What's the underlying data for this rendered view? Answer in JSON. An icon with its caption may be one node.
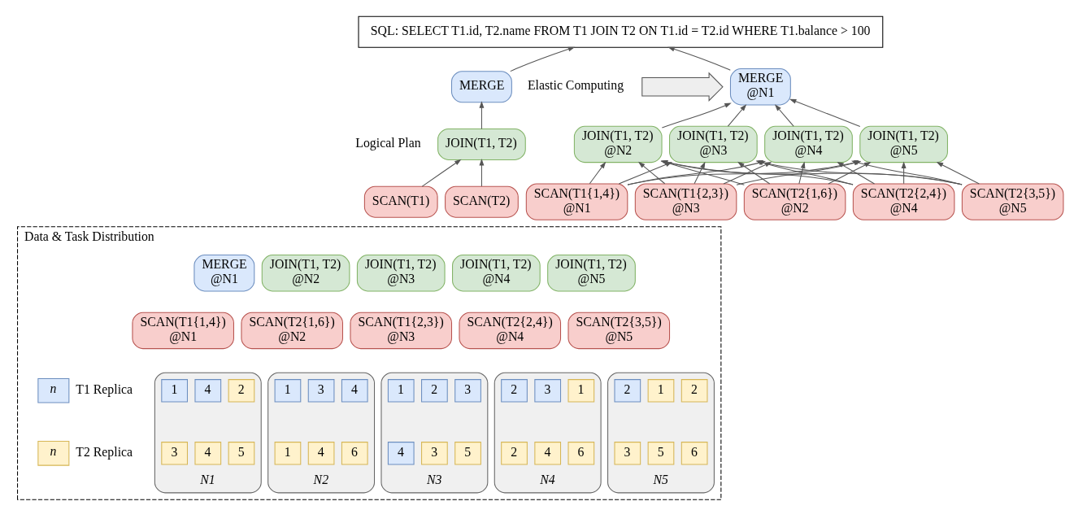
{
  "diagram": {
    "nodes": [
      {
        "text": [
          "SQL: SELECT T1.id, T2.name FROM T1 JOIN T2 ON T1.id = T2.id WHERE T1.balance > 100"
        ]
      },
      {
        "text": [
          "MERGE"
        ]
      },
      {
        "text": [
          "JOIN(T1, T2)"
        ]
      },
      {
        "text": [
          "SCAN(T1)"
        ]
      },
      {
        "text": [
          "SCAN(T2)"
        ]
      },
      {
        "text": [
          "MERGE",
          "@N1"
        ]
      },
      {
        "text": [
          "JOIN(T1, T2)",
          "@N2"
        ]
      },
      {
        "text": [
          "JOIN(T1, T2)",
          "@N3"
        ]
      },
      {
        "text": [
          "JOIN(T1, T2)",
          "@N4"
        ]
      },
      {
        "text": [
          "JOIN(T1, T2)",
          "@N5"
        ]
      },
      {
        "text": [
          "SCAN(T1{1,4})",
          "@N1"
        ]
      },
      {
        "text": [
          "SCAN(T1{2,3})",
          "@N3"
        ]
      },
      {
        "text": [
          "SCAN(T2{1,6})",
          "@N2"
        ]
      },
      {
        "text": [
          "SCAN(T2{2,4})",
          "@N4"
        ]
      },
      {
        "text": [
          "SCAN(T2{3,5})",
          "@N5"
        ]
      },
      {
        "text": [
          "Data & Task Distribution"
        ]
      },
      {
        "text": [
          "MERGE",
          "@N1"
        ],
        "in": 15
      },
      {
        "text": [
          "JOIN(T1, T2)",
          "@N2"
        ],
        "in": 15
      },
      {
        "text": [
          "JOIN(T1, T2)",
          "@N3"
        ],
        "in": 15
      },
      {
        "text": [
          "JOIN(T1, T2)",
          "@N4"
        ],
        "in": 15
      },
      {
        "text": [
          "JOIN(T1, T2)",
          "@N5"
        ],
        "in": 15
      },
      {
        "text": [
          "SCAN(T1{1,4})",
          "@N1"
        ],
        "in": 15
      },
      {
        "text": [
          "SCAN(T2{1,6})",
          "@N2"
        ],
        "in": 15
      },
      {
        "text": [
          "SCAN(T1{2,3})",
          "@N3"
        ],
        "in": 15
      },
      {
        "text": [
          "SCAN(T2{2,4})",
          "@N4"
        ],
        "in": 15
      },
      {
        "text": [
          "SCAN(T2{3,5})",
          "@N5"
        ],
        "in": 15
      },
      {
        "text": [
          "N1"
        ],
        "in": 15
      },
      {
        "text": [
          "1"
        ],
        "in": 26
      },
      {
        "text": [
          "4"
        ],
        "in": 26
      },
      {
        "text": [
          "2"
        ],
        "in": 26
      },
      {
        "text": [
          "3"
        ],
        "in": 26
      },
      {
        "text": [
          "4"
        ],
        "in": 26
      },
      {
        "text": [
          "5"
        ],
        "in": 26
      },
      {
        "text": [
          "N2"
        ],
        "in": 15
      },
      {
        "text": [
          "1"
        ],
        "in": 33
      },
      {
        "text": [
          "3"
        ],
        "in": 33
      },
      {
        "text": [
          "4"
        ],
        "in": 33
      },
      {
        "text": [
          "1"
        ],
        "in": 33
      },
      {
        "text": [
          "4"
        ],
        "in": 33
      },
      {
        "text": [
          "6"
        ],
        "in": 33
      },
      {
        "text": [
          "N3"
        ],
        "in": 15
      },
      {
        "text": [
          "1"
        ],
        "in": 40
      },
      {
        "text": [
          "2"
        ],
        "in": 40
      },
      {
        "text": [
          "3"
        ],
        "in": 40
      },
      {
        "text": [
          "4"
        ],
        "in": 40
      },
      {
        "text": [
          "3"
        ],
        "in": 40
      },
      {
        "text": [
          "5"
        ],
        "in": 40
      },
      {
        "text": [
          "N4"
        ],
        "in": 15
      },
      {
        "text": [
          "2"
        ],
        "in": 47
      },
      {
        "text": [
          "3"
        ],
        "in": 47
      },
      {
        "text": [
          "1"
        ],
        "in": 47
      },
      {
        "text": [
          "2"
        ],
        "in": 47
      },
      {
        "text": [
          "4"
        ],
        "in": 47
      },
      {
        "text": [
          "6"
        ],
        "in": 47
      },
      {
        "text": [
          "N5"
        ],
        "in": 15
      },
      {
        "text": [
          "2"
        ],
        "in": 54
      },
      {
        "text": [
          "1"
        ],
        "in": 54
      },
      {
        "text": [
          "2"
        ],
        "in": 54
      },
      {
        "text": [
          "3"
        ],
        "in": 54
      },
      {
        "text": [
          "5"
        ],
        "in": 54
      },
      {
        "text": [
          "6"
        ],
        "in": 54
      },
      {
        "text": [],
        "shape": "arrow"
      }
    ],
    "edges": [
      {
        "from": 1,
        "to": 0,
        "arrow": "to"
      },
      {
        "from": 5,
        "to": 0,
        "arrow": "to"
      },
      {
        "from": 2,
        "to": 1,
        "arrow": "to"
      },
      {
        "from": 3,
        "to": 2,
        "arrow": "to"
      },
      {
        "from": 4,
        "to": 2,
        "arrow": "to"
      },
      {
        "from": 6,
        "to": 5,
        "arrow": "to"
      },
      {
        "from": 7,
        "to": 5,
        "arrow": "to"
      },
      {
        "from": 8,
        "to": 5,
        "arrow": "to"
      },
      {
        "from": 9,
        "to": 5,
        "arrow": "to"
      },
      {
        "from": 10,
        "to": 6,
        "arrow": "to"
      },
      {
        "from": 10,
        "to": 7,
        "arrow": "to"
      },
      {
        "from": 10,
        "to": 8,
        "arrow": "to"
      },
      {
        "from": 10,
        "to": 9,
        "arrow": "to"
      },
      {
        "from": 11,
        "to": 6,
        "arrow": "to"
      },
      {
        "from": 11,
        "to": 7,
        "arrow": "to"
      },
      {
        "from": 11,
        "to": 8,
        "arrow": "to"
      },
      {
        "from": 11,
        "to": 9,
        "arrow": "to"
      },
      {
        "from": 12,
        "to": 6,
        "arrow": "to"
      },
      {
        "from": 12,
        "to": 7,
        "arrow": "to"
      },
      {
        "from": 12,
        "to": 8,
        "arrow": "to"
      },
      {
        "from": 12,
        "to": 9,
        "arrow": "to"
      },
      {
        "from": 13,
        "to": 6,
        "arrow": "to"
      },
      {
        "from": 13,
        "to": 7,
        "arrow": "to"
      },
      {
        "from": 13,
        "to": 8,
        "arrow": "to"
      },
      {
        "from": 13,
        "to": 9,
        "arrow": "to"
      },
      {
        "from": 14,
        "to": 6,
        "arrow": "to"
      },
      {
        "from": 14,
        "to": 7,
        "arrow": "to"
      },
      {
        "from": 14,
        "to": 8,
        "arrow": "to"
      },
      {
        "from": 14,
        "to": 9,
        "arrow": "to"
      }
    ],
    "labels": [
      "Logical Plan",
      "Elastic Computing",
      "n",
      "n"
    ],
    "legend": [
      {
        "text": "T1 Replica",
        "color": "#dae8fc"
      },
      {
        "text": "T2 Replica",
        "color": "#fff2cc"
      }
    ]
  }
}
